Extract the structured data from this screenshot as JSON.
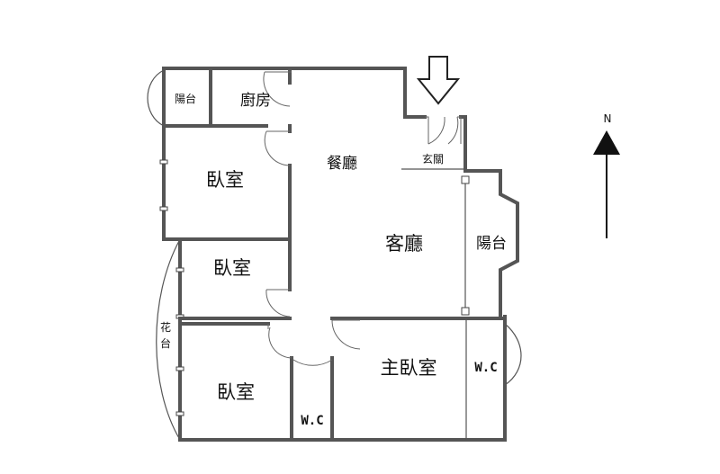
{
  "rooms": {
    "balcony_top_left": "陽台",
    "kitchen": "廚房",
    "dining": "餐廳",
    "entrance": "玄關",
    "bedroom_1": "臥室",
    "bedroom_2": "臥室",
    "living": "客廳",
    "balcony_right": "陽台",
    "planter_1": "花",
    "planter_2": "台",
    "bedroom_3": "臥室",
    "wc_1": "W.C",
    "master_bedroom": "主臥室",
    "wc_2": "W.C"
  },
  "compass": {
    "north": "N"
  },
  "colors": {
    "wall": "#555555",
    "text": "#111111",
    "background": "#ffffff"
  }
}
